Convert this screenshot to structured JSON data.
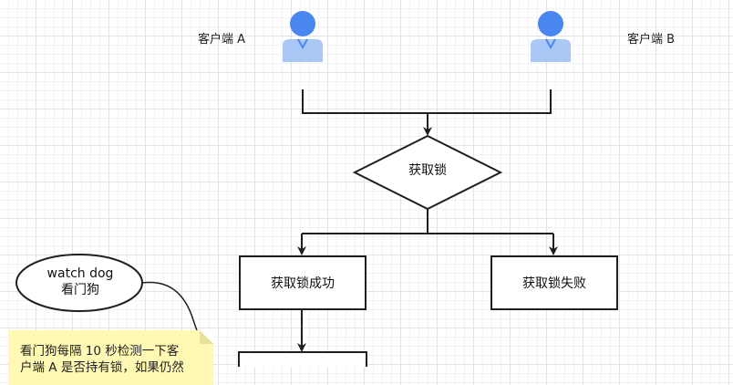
{
  "clients": {
    "a_label": "客户端 A",
    "b_label": "客户端 B"
  },
  "flow": {
    "decision": "获取锁",
    "success": "获取锁成功",
    "failure": "获取锁失败"
  },
  "watchdog": {
    "line1": "watch dog",
    "line2": "看门狗"
  },
  "note": {
    "line1": "看门狗每隔 10 秒检测一下客",
    "line2": "户端 A 是否持有锁，如果仍然"
  },
  "colors": {
    "user_head": "#4a86f0",
    "user_body": "#a9c8f5",
    "note_fill": "#fff9b3"
  },
  "icons": [
    "user-icon",
    "user-icon"
  ]
}
